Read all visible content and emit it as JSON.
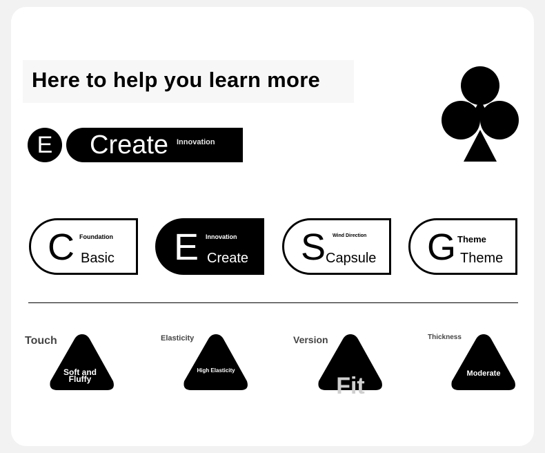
{
  "header": {
    "title": "Here to help you learn more"
  },
  "hero": {
    "circle_letter": "E",
    "pill_text": "Create",
    "pill_sub": "Innovation"
  },
  "icons": {
    "decoration": "club-suit-icon"
  },
  "badges": [
    {
      "letter": "C",
      "small": "Foundation",
      "word": "Basic",
      "style": "outline"
    },
    {
      "letter": "E",
      "small": "Innovation",
      "word": "Create",
      "style": "filled"
    },
    {
      "letter": "S",
      "small": "Wind Direction",
      "word": "Capsule",
      "style": "outline"
    },
    {
      "letter": "G",
      "small": "Theme",
      "word": "Theme",
      "style": "outline"
    }
  ],
  "attributes": [
    {
      "label": "Touch",
      "value": "Soft and Fluffy"
    },
    {
      "label": "Elasticity",
      "value": "High Elasticity"
    },
    {
      "label": "Version",
      "value": "Fit"
    },
    {
      "label": "Thickness",
      "value": "Moderate"
    }
  ],
  "colors": {
    "primary": "#000000",
    "background": "#ffffff",
    "page": "#f2f2f2"
  }
}
